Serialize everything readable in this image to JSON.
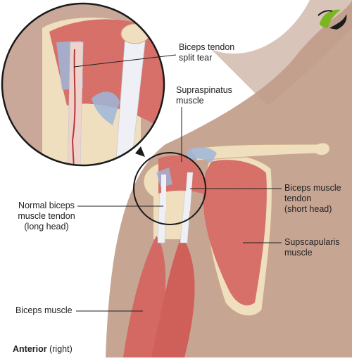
{
  "labels": {
    "biceps_tendon_split_tear": "Biceps tendon\nsplit tear",
    "supraspinatus_muscle": "Supraspinatus\nmuscle",
    "biceps_tendon_short_head": "Biceps muscle\ntendon\n(short head)",
    "normal_biceps_tendon_long_head": "Normal biceps\nmuscle tendon\n(long head)",
    "subscapularis_muscle": "Supscapularis\nmuscle",
    "biceps_muscle": "Biceps muscle"
  },
  "footer": {
    "view": "Anterior",
    "side": "(right)"
  },
  "colors": {
    "skin": "#c9a89a",
    "muscle": "#d9736b",
    "muscle_dark": "#b9524c",
    "bone": "#f1e4c2",
    "tendon": "#eef0f5",
    "ligament": "#9fb7d9",
    "logo_green": "#7ab61f",
    "logo_dark": "#1c1c1c"
  },
  "logo": "green-leaf-logo"
}
